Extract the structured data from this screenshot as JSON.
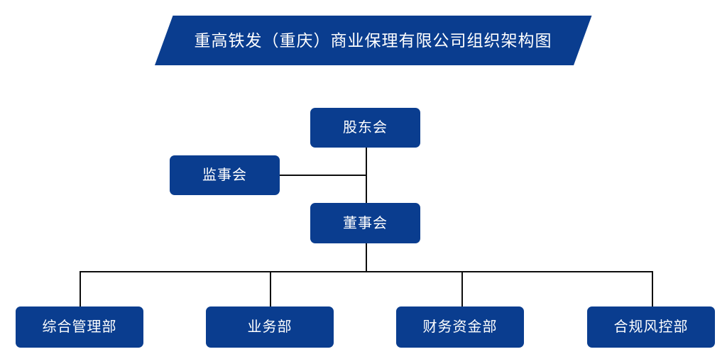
{
  "title": {
    "text": "重高铁发（重庆）商业保理有限公司组织架构图"
  },
  "theme": {
    "box_fill": "#0A3D8F",
    "box_text": "#FFFFFF",
    "banner_fill": "#0A3D8F",
    "line_color": "#0D0D0D",
    "background": "#FFFFFF"
  },
  "chart_data": {
    "type": "diagram",
    "diagram_kind": "org-chart",
    "title": "重高铁发（重庆）商业保理有限公司组织架构图",
    "nodes": [
      {
        "id": "shareholders",
        "label": "股东会",
        "level": 0
      },
      {
        "id": "supervisors",
        "label": "监事会",
        "level": 1
      },
      {
        "id": "directors",
        "label": "董事会",
        "level": 1
      },
      {
        "id": "dept1",
        "label": "综合管理部",
        "level": 2
      },
      {
        "id": "dept2",
        "label": "业务部",
        "level": 2
      },
      {
        "id": "dept3",
        "label": "财务资金部",
        "level": 2
      },
      {
        "id": "dept4",
        "label": "合规风控部",
        "level": 2
      }
    ],
    "edges": [
      {
        "from": "shareholders",
        "to": "directors"
      },
      {
        "from": "supervisors",
        "to": "shareholders"
      },
      {
        "from": "directors",
        "to": "dept1"
      },
      {
        "from": "directors",
        "to": "dept2"
      },
      {
        "from": "directors",
        "to": "dept3"
      },
      {
        "from": "directors",
        "to": "dept4"
      }
    ]
  },
  "nodes": {
    "shareholders": {
      "label": "股东会"
    },
    "supervisors": {
      "label": "监事会"
    },
    "directors": {
      "label": "董事会"
    },
    "dept1": {
      "label": "综合管理部"
    },
    "dept2": {
      "label": "业务部"
    },
    "dept3": {
      "label": "财务资金部"
    },
    "dept4": {
      "label": "合规风控部"
    }
  }
}
